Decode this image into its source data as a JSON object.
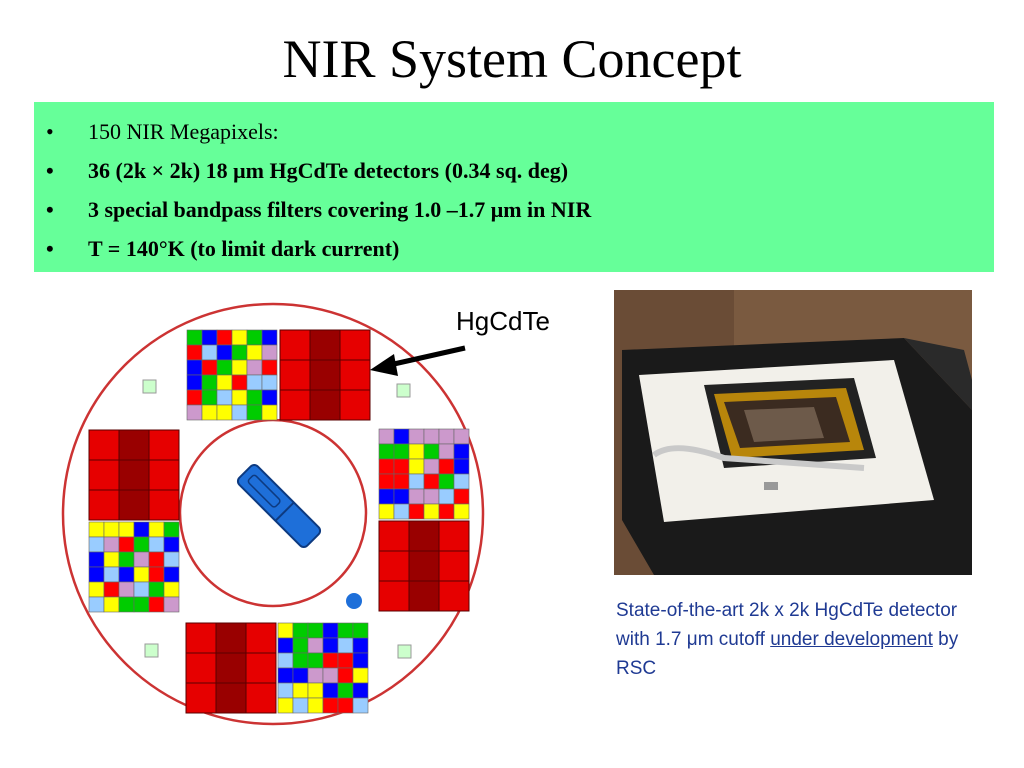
{
  "title": "NIR System Concept",
  "bullets": [
    {
      "text": "150 NIR Megapixels:",
      "bold": false
    },
    {
      "text": "36 (2k × 2k) 18 μm HgCdTe detectors (0.34 sq. deg)",
      "bold": true
    },
    {
      "text": "3 special bandpass filters covering 1.0 –1.7 μm in NIR",
      "bold": true
    },
    {
      "text": "T = 140°K (to limit dark current)",
      "bold": true
    }
  ],
  "bullet_symbol": "•",
  "arrow_label": "HgCdTe",
  "caption": {
    "part1": "State-of-the-art 2k x 2k HgCdTe detector with 1.7 μm cutoff ",
    "link": "under development",
    "part2": " by RSC"
  },
  "colors": {
    "bullet_box": "#66ff99",
    "ring": "#cc3333",
    "red_tile": "#e60000",
    "dark_red_tile": "#990000",
    "mosaic": [
      "#ff0000",
      "#ffff00",
      "#00cc00",
      "#0000ff",
      "#cc99cc",
      "#99ccff"
    ],
    "caption_text": "#1f3a93"
  }
}
